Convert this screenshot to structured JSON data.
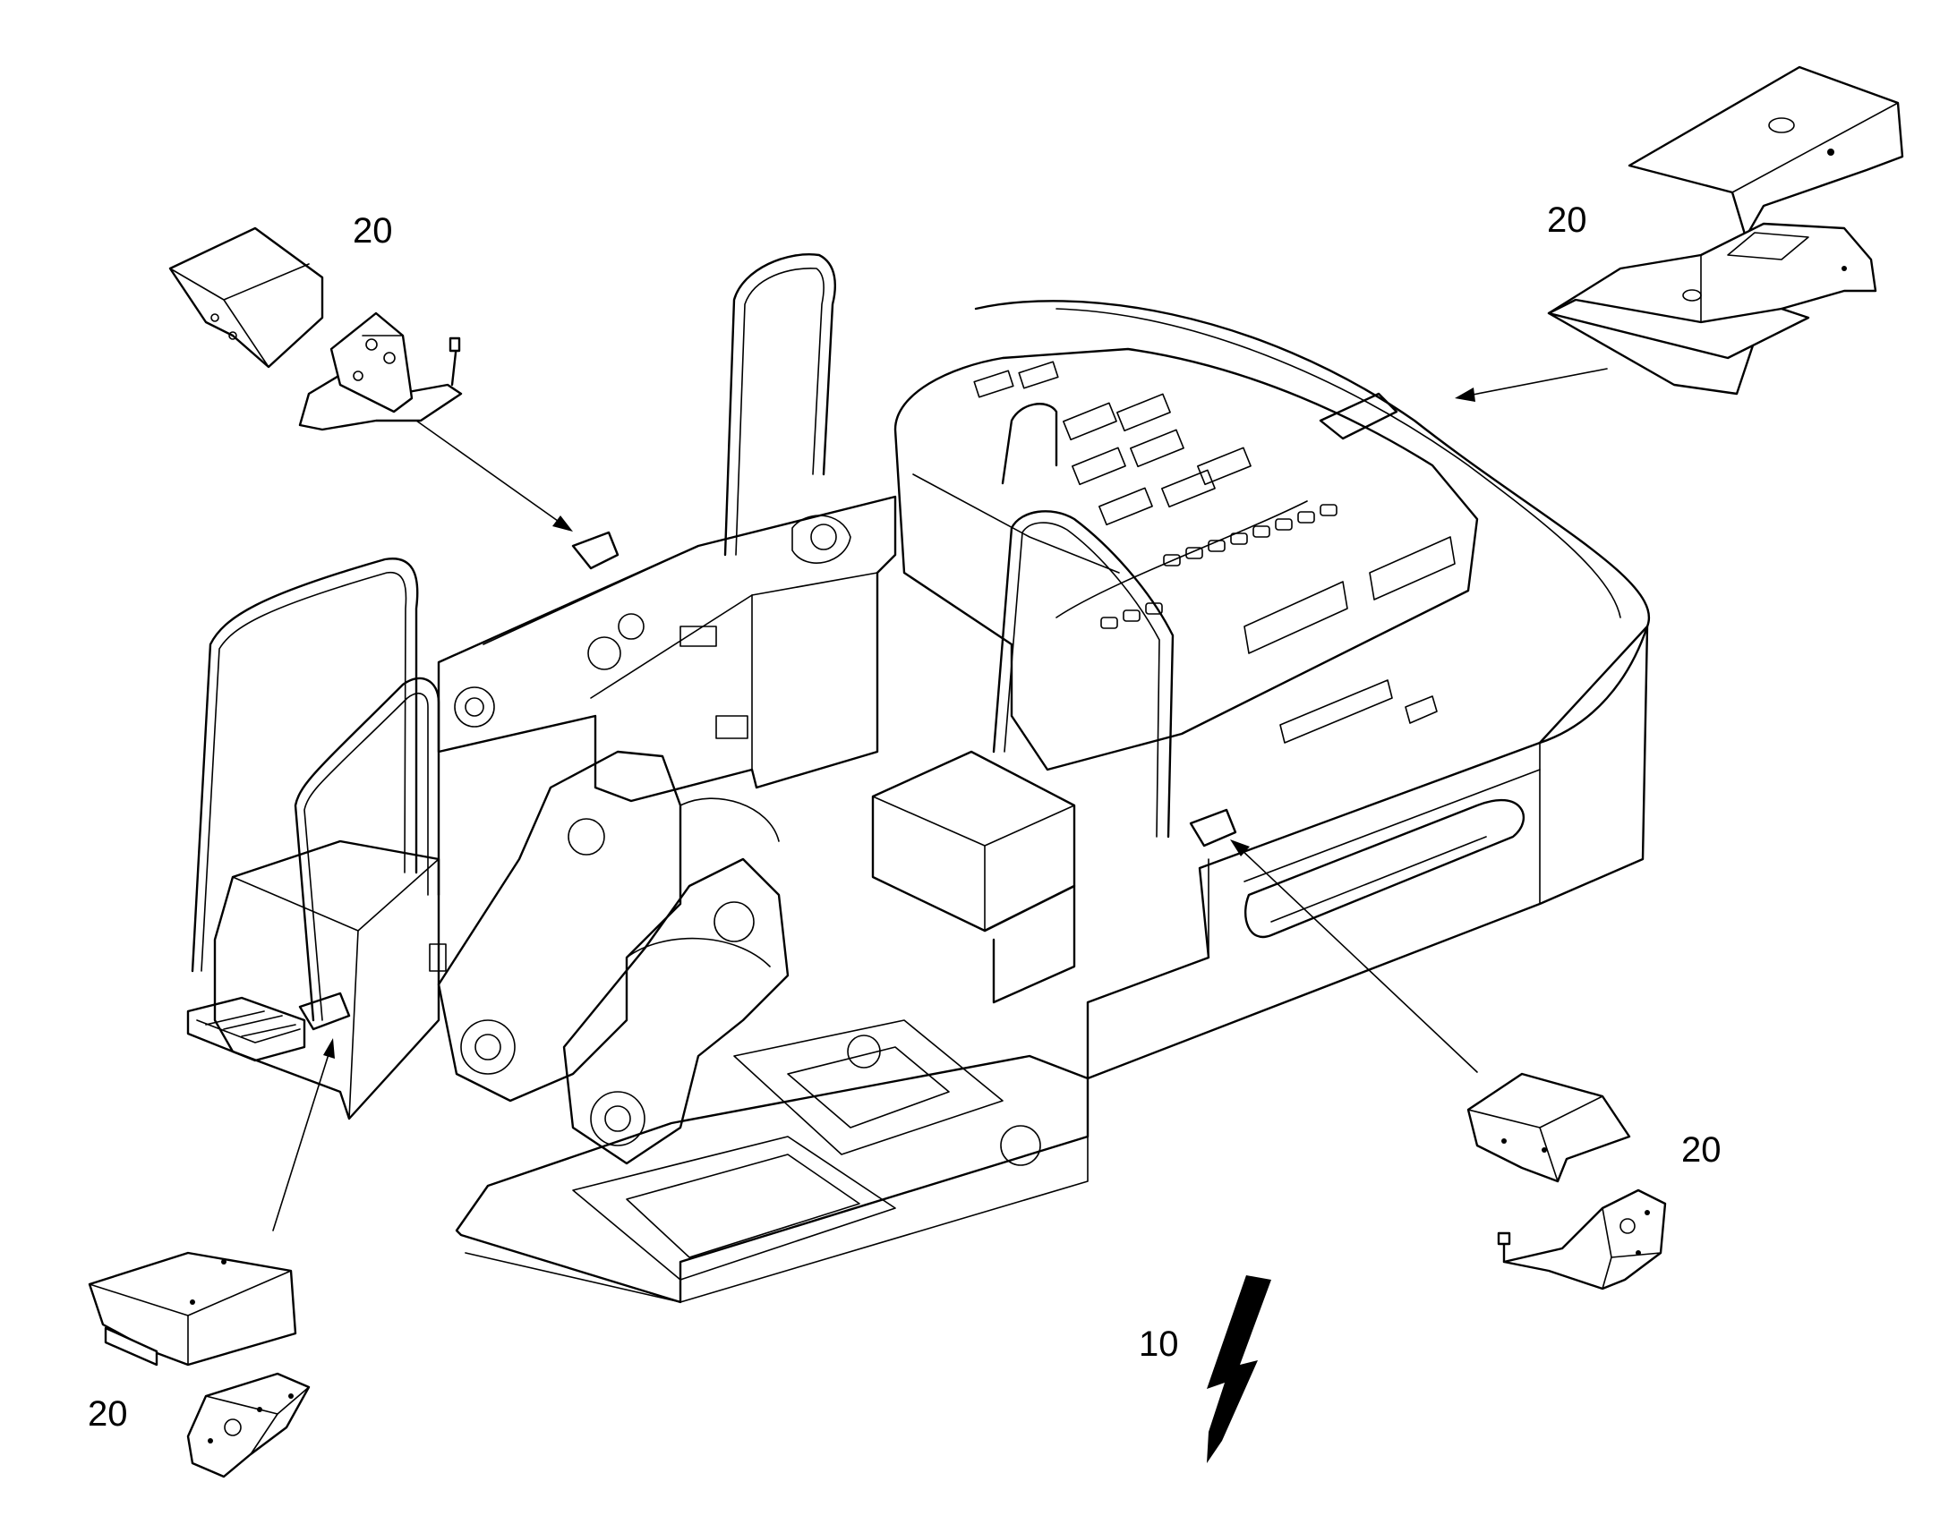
{
  "callouts": {
    "bracket_top_left": "20",
    "bracket_top_right": "20",
    "bracket_bottom_left": "20",
    "bracket_bottom_right": "20",
    "view_marker": "10"
  },
  "colors": {
    "line": "#000000",
    "background": "#ffffff"
  }
}
